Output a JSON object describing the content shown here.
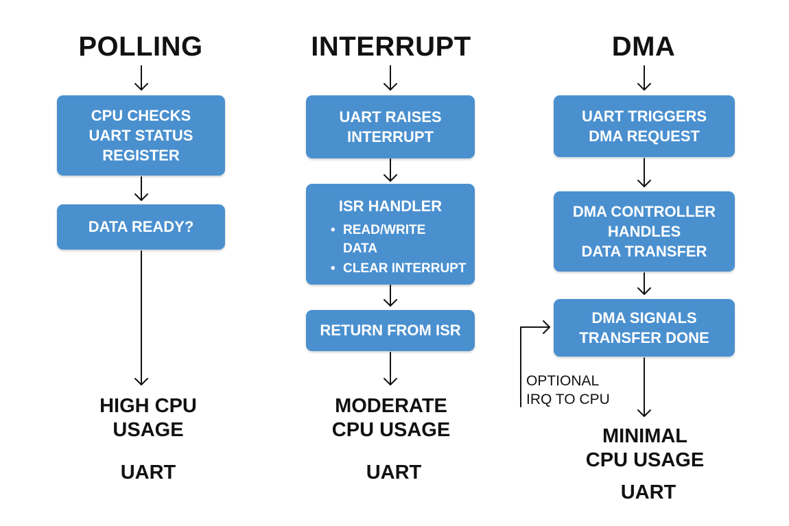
{
  "columns": [
    {
      "title": "POLLING",
      "steps": [
        {
          "lines": [
            "CPU CHECKS",
            "UART STATUS",
            "REGISTER"
          ]
        },
        {
          "lines": [
            "DATA READY?"
          ]
        }
      ],
      "outcome": [
        "HIGH CPU",
        "USAGE"
      ],
      "footer": "UART"
    },
    {
      "title": "INTERRUPT",
      "steps": [
        {
          "lines": [
            "UART RAISES",
            "INTERRUPT"
          ]
        },
        {
          "lines": [
            "ISR HANDLER"
          ],
          "bullets": [
            [
              "READ/WRITE",
              "DATA"
            ],
            [
              "CLEAR INTERRUPT"
            ]
          ]
        },
        {
          "lines": [
            "RETURN FROM ISR"
          ]
        }
      ],
      "outcome": [
        "MODERATE",
        "CPU USAGE"
      ],
      "footer": "UART"
    },
    {
      "title": "DMA",
      "steps": [
        {
          "lines": [
            "UART TRIGGERS",
            "DMA REQUEST"
          ]
        },
        {
          "lines": [
            "DMA CONTROLLER",
            "HANDLES",
            "DATA TRANSFER"
          ]
        },
        {
          "lines": [
            "DMA SIGNALS",
            "TRANSFER DONE"
          ]
        }
      ],
      "side_note": [
        "OPTIONAL",
        "IRQ TO CPU"
      ],
      "outcome": [
        "MINIMAL",
        "CPU USAGE"
      ],
      "footer": "UART"
    }
  ],
  "colors": {
    "box_fill": "#4a90cf",
    "box_text": "#ffffff",
    "text": "#111111"
  }
}
